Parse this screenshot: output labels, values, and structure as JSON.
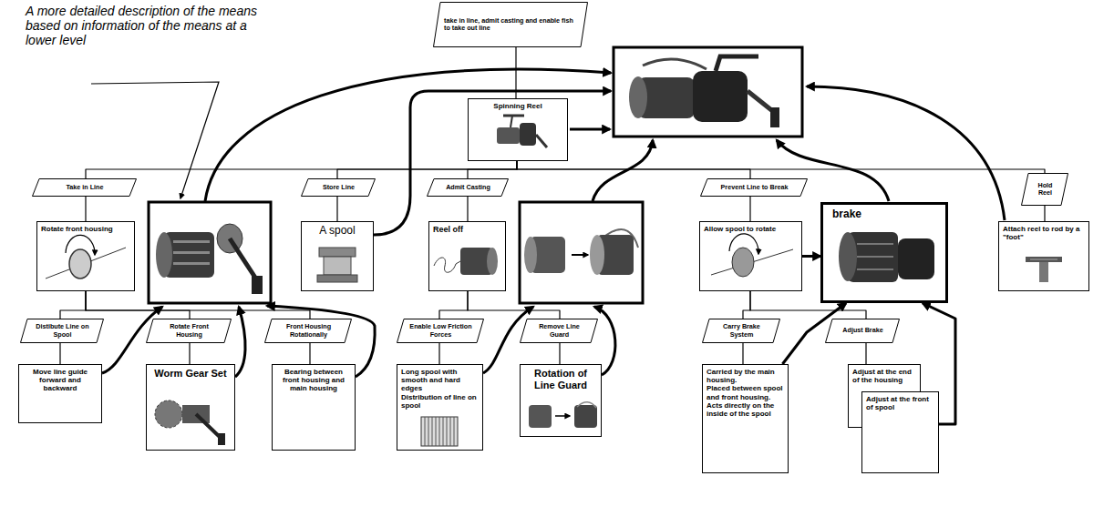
{
  "diagram": {
    "nodes": [
      {
        "text": [
          "take in line, admit casting and enable fish to take out line"
        ]
      },
      {
        "text": [
          "Spinning Reel"
        ]
      },
      {
        "text": [
          "Take in Line"
        ]
      },
      {
        "text": [
          "Store Line"
        ]
      },
      {
        "text": [
          "Admit Casting"
        ]
      },
      {
        "text": [
          "Prevent Line to Break"
        ]
      },
      {
        "text": [
          "Hold Reel"
        ]
      },
      {
        "text": [
          "Rotate front housing"
        ]
      },
      {
        "text": [
          "A spool"
        ]
      },
      {
        "text": [
          "Reel off"
        ]
      },
      {
        "text": [
          "Allow spool to rotate"
        ]
      },
      {
        "text": [
          "brake"
        ]
      },
      {
        "text": [
          "Attach reel to rod by a \"foot\""
        ]
      },
      {
        "text": [
          "Distibute Line on Spool"
        ]
      },
      {
        "text": [
          "Rotate Front Housing"
        ]
      },
      {
        "text": [
          "Front Housing Rotationally"
        ]
      },
      {
        "text": [
          "Enable Low Friction Forces"
        ]
      },
      {
        "text": [
          "Remove Line Guard"
        ]
      },
      {
        "text": [
          "Carry Brake System"
        ]
      },
      {
        "text": [
          "Adjust Brake"
        ]
      },
      {
        "text": [
          "Move line guide forward and backward"
        ]
      },
      {
        "text": [
          "Worm Gear Set"
        ]
      },
      {
        "text": [
          "Bearing between front housing and main housing"
        ]
      },
      {
        "text": [
          "Long spool with smooth and hard edges",
          "Distribution of line on spool"
        ]
      },
      {
        "text": [
          "Rotation of Line Guard"
        ]
      },
      {
        "text": [
          "Carried by the main housing.",
          "Placed between spool and front housing.",
          "Acts directly on the inside of the spool"
        ]
      },
      {
        "text": [
          "Adjust at the end of the housing"
        ]
      },
      {
        "text": [
          "Adjust at the front of spool"
        ]
      }
    ],
    "edges": [
      {
        "from": 0,
        "to": 1,
        "arrow": "none"
      },
      {
        "from": 1,
        "to": 2,
        "arrow": "none"
      },
      {
        "from": 1,
        "to": 3,
        "arrow": "none"
      },
      {
        "from": 1,
        "to": 4,
        "arrow": "none"
      },
      {
        "from": 1,
        "to": 5,
        "arrow": "none"
      },
      {
        "from": 1,
        "to": 6,
        "arrow": "none"
      },
      {
        "from": 2,
        "to": 7,
        "arrow": "none"
      },
      {
        "from": 3,
        "to": 8,
        "arrow": "none"
      },
      {
        "from": 4,
        "to": 9,
        "arrow": "none"
      },
      {
        "from": 5,
        "to": 10,
        "arrow": "none"
      },
      {
        "from": 6,
        "to": 12,
        "arrow": "none"
      },
      {
        "from": 7,
        "to": 13,
        "arrow": "none"
      },
      {
        "from": 7,
        "to": 14,
        "arrow": "none"
      },
      {
        "from": 7,
        "to": 15,
        "arrow": "none"
      },
      {
        "from": 9,
        "to": 16,
        "arrow": "none"
      },
      {
        "from": 9,
        "to": 17,
        "arrow": "none"
      },
      {
        "from": 10,
        "to": 18,
        "arrow": "none"
      },
      {
        "from": 10,
        "to": 19,
        "arrow": "none"
      },
      {
        "from": 13,
        "to": 20,
        "arrow": "none"
      },
      {
        "from": 14,
        "to": 21,
        "arrow": "none"
      },
      {
        "from": 15,
        "to": 22,
        "arrow": "none"
      },
      {
        "from": 16,
        "to": 23,
        "arrow": "none"
      },
      {
        "from": 17,
        "to": 24,
        "arrow": "none"
      },
      {
        "from": 18,
        "to": 25,
        "arrow": "none"
      },
      {
        "from": 19,
        "to": 26,
        "arrow": "none"
      },
      {
        "from": 10,
        "to": 11,
        "arrow": "to"
      },
      {
        "from": 25,
        "to": 11,
        "arrow": "to"
      },
      {
        "from": 27,
        "to": 11,
        "arrow": "to"
      }
    ],
    "labels": [
      "A more detailed description of the means based on information of the means at a lower level"
    ]
  }
}
